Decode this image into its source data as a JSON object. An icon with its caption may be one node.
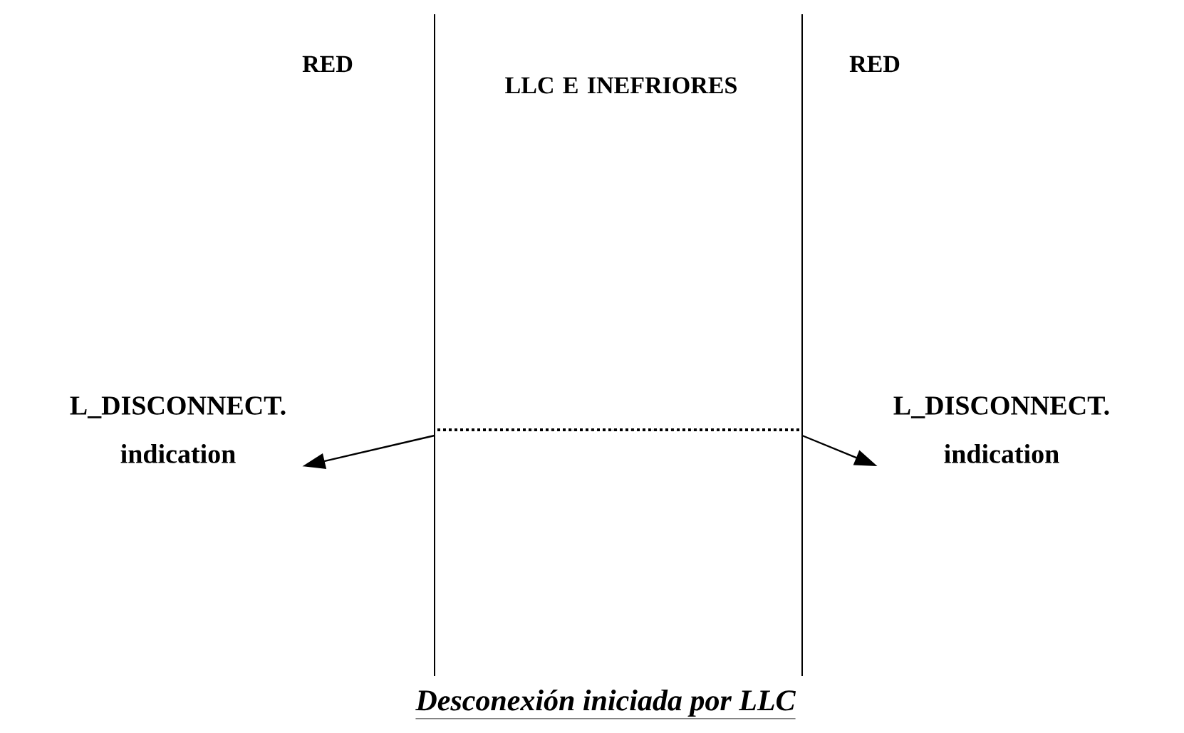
{
  "diagram": {
    "caption": "Desconexión iniciada por LLC",
    "nodes": [
      {
        "text": [
          "L_DISCONNECT. indication"
        ]
      },
      {
        "text": [
          "L_DISCONNECT. indication"
        ]
      }
    ],
    "edges": [
      {
        "from": null,
        "to": 0,
        "arrow": "to"
      },
      {
        "from": null,
        "to": 1,
        "arrow": "to"
      }
    ],
    "labels": [
      "RED",
      "LLC E INEFRIORES",
      "RED"
    ]
  }
}
